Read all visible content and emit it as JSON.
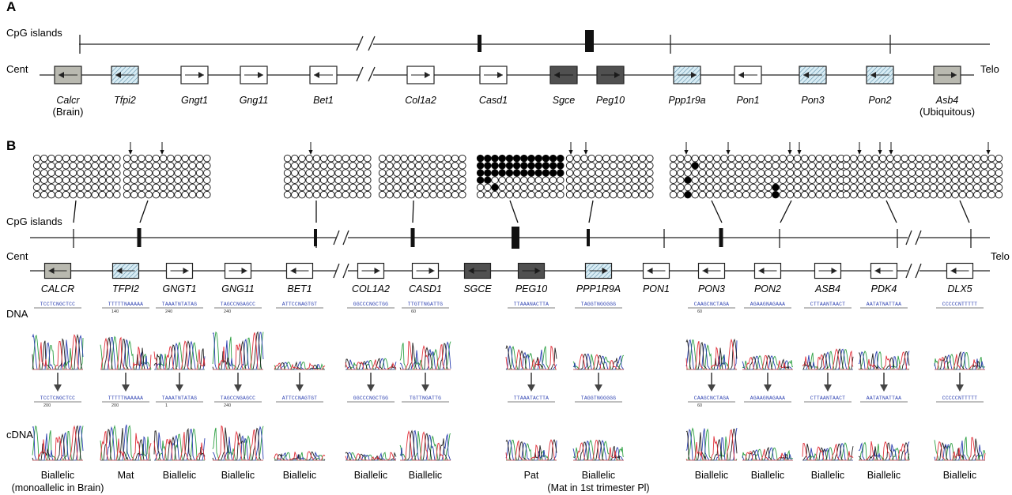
{
  "panel_a": {
    "letter": "A",
    "cpg_label": "CpG islands",
    "cent": "Cent",
    "telo": "Telo",
    "genes": [
      {
        "name": "Calcr",
        "note": "(Brain)",
        "fill": "gray",
        "dir": "left"
      },
      {
        "name": "Tfpi2",
        "note": "",
        "fill": "hatch",
        "dir": "left"
      },
      {
        "name": "Gngt1",
        "note": "",
        "fill": "white",
        "dir": "right"
      },
      {
        "name": "Gng11",
        "note": "",
        "fill": "white",
        "dir": "right"
      },
      {
        "name": "Bet1",
        "note": "",
        "fill": "white",
        "dir": "left"
      },
      {
        "name": "Col1a2",
        "note": "",
        "fill": "white",
        "dir": "right"
      },
      {
        "name": "Casd1",
        "note": "",
        "fill": "white",
        "dir": "right"
      },
      {
        "name": "Sgce",
        "note": "",
        "fill": "dark",
        "dir": "left"
      },
      {
        "name": "Peg10",
        "note": "",
        "fill": "dark",
        "dir": "right"
      },
      {
        "name": "Ppp1r9a",
        "note": "",
        "fill": "hatch",
        "dir": "right"
      },
      {
        "name": "Pon1",
        "note": "",
        "fill": "white",
        "dir": "left"
      },
      {
        "name": "Pon3",
        "note": "",
        "fill": "hatch",
        "dir": "left"
      },
      {
        "name": "Pon2",
        "note": "",
        "fill": "hatch",
        "dir": "left"
      },
      {
        "name": "Asb4",
        "note": "(Ubiquitous)",
        "fill": "gray",
        "dir": "right"
      }
    ]
  },
  "panel_b": {
    "letter": "B",
    "cpg_label": "CpG islands",
    "cent": "Cent",
    "telo": "Telo",
    "dna_label": "DNA",
    "cdna_label": "cDNA",
    "genes": [
      {
        "name": "CALCR",
        "fill": "gray",
        "dir": "left",
        "status": "Biallelic",
        "note": "(monoallelic in Brain)",
        "seq_dna": "TCCTCNGCTCC",
        "seq_cdna": "TCCTCNGCTCC",
        "num_dna": "",
        "num_cdna": "200"
      },
      {
        "name": "TFPI2",
        "fill": "hatch",
        "dir": "left",
        "status": "Mat",
        "note": "",
        "seq_dna": "TTTTTNAAAAA",
        "seq_cdna": "TTTTTNAAAAA",
        "num_dna": "140",
        "num_cdna": "200"
      },
      {
        "name": "GNGT1",
        "fill": "white",
        "dir": "right",
        "status": "Biallelic",
        "note": "",
        "seq_dna": "TAAATNTATAG",
        "seq_cdna": "TAAATNTATAG",
        "num_dna": "240",
        "num_cdna": "1"
      },
      {
        "name": "GNG11",
        "fill": "white",
        "dir": "right",
        "status": "Biallelic",
        "note": "",
        "seq_dna": "TAGCCNGAGCC",
        "seq_cdna": "TAGCCNGAGCC",
        "num_dna": "240",
        "num_cdna": "240"
      },
      {
        "name": "BET1",
        "fill": "white",
        "dir": "left",
        "status": "Biallelic",
        "note": "",
        "seq_dna": "ATTCCNAGTGT",
        "seq_cdna": "ATTCCNAGTGT",
        "num_dna": "",
        "num_cdna": ""
      },
      {
        "name": "COL1A2",
        "fill": "white",
        "dir": "right",
        "status": "Biallelic",
        "note": "",
        "seq_dna": "GGCCCNGCTGG",
        "seq_cdna": "GGCCCNGCTGG",
        "num_dna": "",
        "num_cdna": ""
      },
      {
        "name": "CASD1",
        "fill": "white",
        "dir": "right",
        "status": "Biallelic",
        "note": "",
        "seq_dna": "TTGTTNGATTG",
        "seq_cdna": "TGTTNGATTG",
        "num_dna": "60",
        "num_cdna": ""
      },
      {
        "name": "SGCE",
        "fill": "dark",
        "dir": "left",
        "status": "",
        "note": "",
        "seq_dna": "",
        "seq_cdna": "",
        "num_dna": "",
        "num_cdna": ""
      },
      {
        "name": "PEG10",
        "fill": "dark",
        "dir": "right",
        "status": "Pat",
        "note": "",
        "seq_dna": "TTAAANACTTA",
        "seq_cdna": "TTAAATACTTA",
        "num_dna": "",
        "num_cdna": ""
      },
      {
        "name": "PPP1R9A",
        "fill": "hatch",
        "dir": "right",
        "status": "Biallelic",
        "note": "(Mat in 1st trimester Pl)",
        "seq_dna": "TAGGTNGGGGG",
        "seq_cdna": "TAGGTNGGGGG",
        "num_dna": "",
        "num_cdna": ""
      },
      {
        "name": "PON1",
        "fill": "white",
        "dir": "left",
        "status": "",
        "note": "",
        "seq_dna": "",
        "seq_cdna": "",
        "num_dna": "",
        "num_cdna": ""
      },
      {
        "name": "PON3",
        "fill": "white",
        "dir": "left",
        "status": "Biallelic",
        "note": "",
        "seq_dna": "CAAGCNCTAGA",
        "seq_cdna": "CAAGCNCTAGA",
        "num_dna": "60",
        "num_cdna": "60"
      },
      {
        "name": "PON2",
        "fill": "white",
        "dir": "left",
        "status": "Biallelic",
        "note": "",
        "seq_dna": "AGAAGNAGAAA",
        "seq_cdna": "AGAAGNAGAAA",
        "num_dna": "",
        "num_cdna": ""
      },
      {
        "name": "ASB4",
        "fill": "white",
        "dir": "right",
        "status": "Biallelic",
        "note": "",
        "seq_dna": "CTTAANTAACT",
        "seq_cdna": "CTTAANTAACT",
        "num_dna": "",
        "num_cdna": ""
      },
      {
        "name": "PDK4",
        "fill": "white",
        "dir": "left",
        "status": "Biallelic",
        "note": "",
        "seq_dna": "AATATNATTAA",
        "seq_cdna": "AATATNATTAA",
        "num_dna": "",
        "num_cdna": ""
      },
      {
        "name": "DLX5",
        "fill": "white",
        "dir": "left",
        "status": "Biallelic",
        "note": "",
        "seq_dna": "CCCCCNTTTTT",
        "seq_cdna": "CCCCCNTTTTT",
        "num_dna": "",
        "num_cdna": ""
      }
    ],
    "methylation_grids": [
      {
        "id": "grid-calcr",
        "cols": 12,
        "rows": 6,
        "pattern": "none",
        "arrows": 0
      },
      {
        "id": "grid-tfpi2",
        "cols": 12,
        "rows": 6,
        "pattern": "none",
        "arrows": 2
      },
      {
        "id": "grid-bet1",
        "cols": 12,
        "rows": 6,
        "pattern": "none",
        "arrows": 1
      },
      {
        "id": "grid-col1a2",
        "cols": 12,
        "rows": 6,
        "pattern": "none",
        "arrows": 0
      },
      {
        "id": "grid-peg10",
        "cols": 12,
        "rows": 6,
        "pattern": "peg10",
        "arrows": 0
      },
      {
        "id": "grid-ppp1r9a",
        "cols": 12,
        "rows": 6,
        "pattern": "none",
        "arrows": 2
      },
      {
        "id": "grid-pon3",
        "cols": 12,
        "rows": 6,
        "pattern": "pon3",
        "arrows": 2
      },
      {
        "id": "grid-pon2",
        "cols": 12,
        "rows": 6,
        "pattern": "pon2",
        "arrows": 2
      },
      {
        "id": "grid-pdk4",
        "cols": 12,
        "rows": 6,
        "pattern": "none",
        "arrows": 3
      },
      {
        "id": "grid-dlx5",
        "cols": 10,
        "rows": 6,
        "pattern": "none",
        "arrows": 1
      }
    ]
  },
  "colors": {
    "gray_box": "#b9b9b0",
    "dark_box": "#505050",
    "hatch_bg": "#d8ecf4",
    "hatch_line": "#5f8fa8",
    "trace_a": "#2ea043",
    "trace_c": "#2b3fb0",
    "trace_g": "#222222",
    "trace_t": "#e0303a"
  }
}
